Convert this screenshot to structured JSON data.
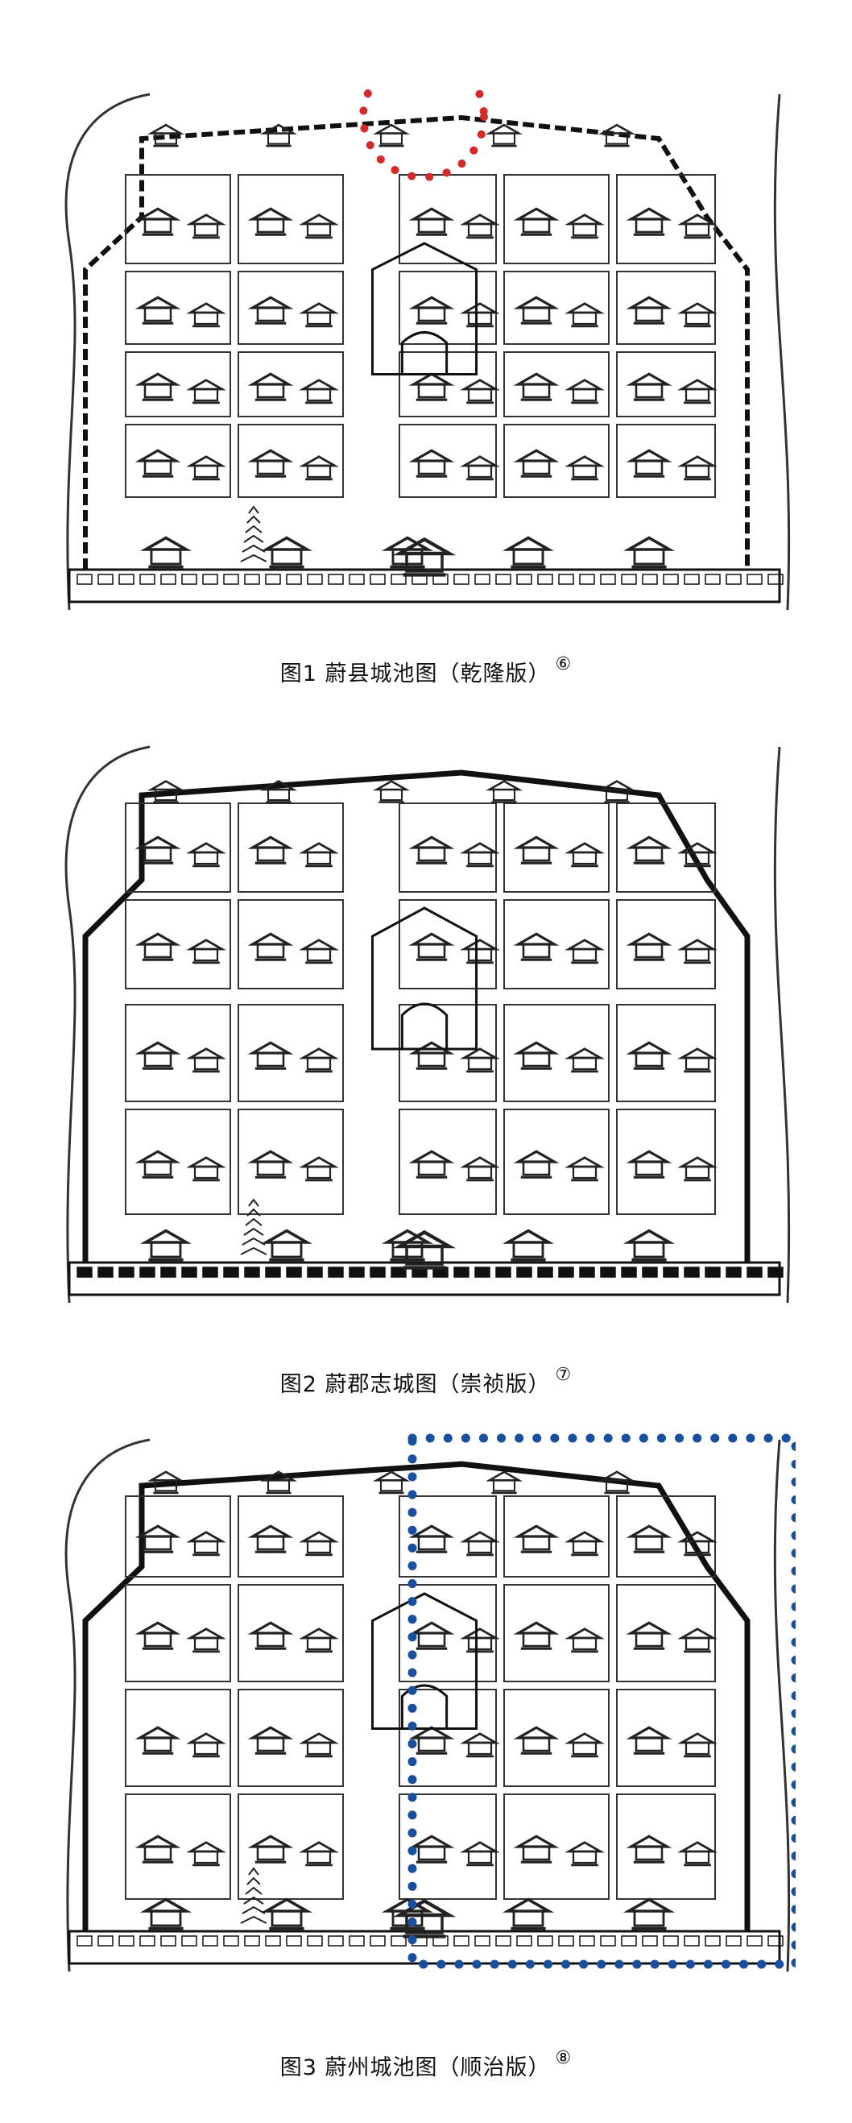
{
  "figures": [
    {
      "label": "图1",
      "title": "蔚县城池图（乾隆版）",
      "note": "⑥",
      "highlight": {
        "shape": "circle",
        "color": "#d42a2a"
      }
    },
    {
      "label": "图2",
      "title": "蔚郡志城图（崇祯版）",
      "note": "⑦"
    },
    {
      "label": "图3",
      "title": "蔚州城池图（顺治版）",
      "note": "⑧",
      "highlight": {
        "shape": "rectangle",
        "color": "#1a4fa0"
      }
    }
  ]
}
